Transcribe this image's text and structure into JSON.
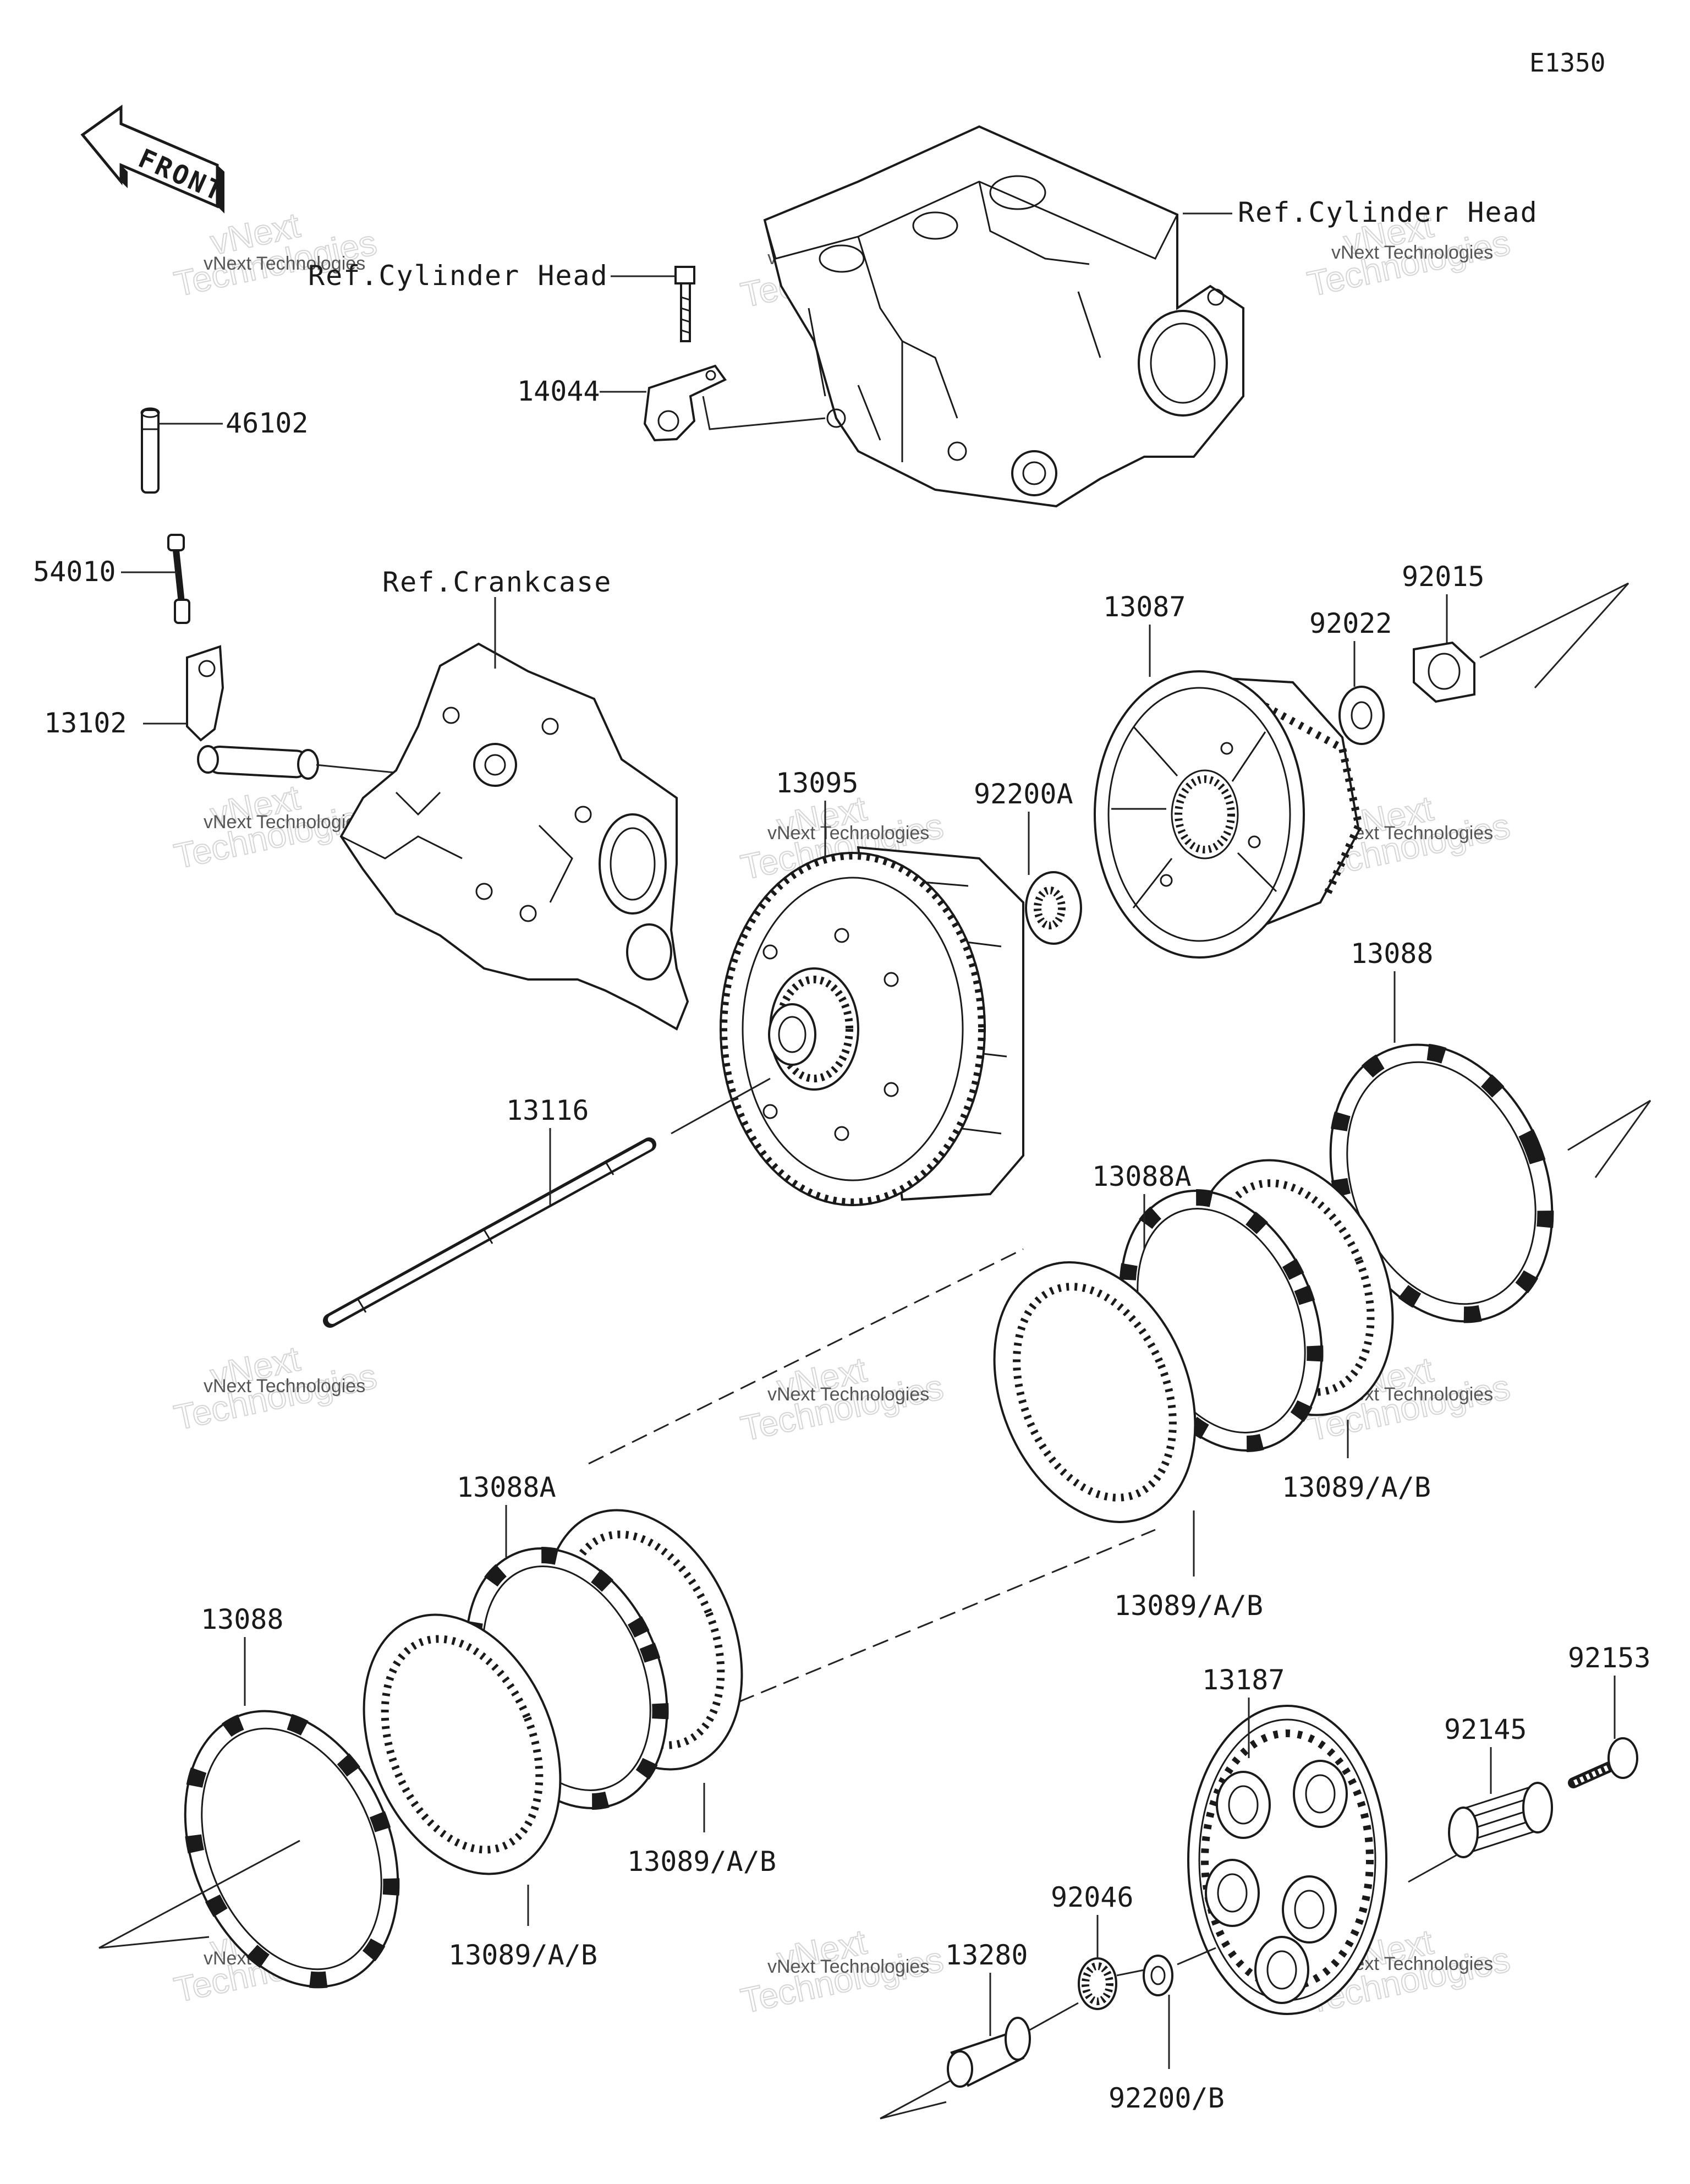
{
  "diagram_code": "E1350",
  "front_label": "FRONT",
  "references": {
    "cylinder_head_top": "Ref.Cylinder Head",
    "cylinder_head_left": "Ref.Cylinder Head",
    "crankcase": "Ref.Crankcase"
  },
  "parts": {
    "p14044": "14044",
    "p46102": "46102",
    "p54010": "54010",
    "p13102": "13102",
    "p13087": "13087",
    "p92022": "92022",
    "p92015": "92015",
    "p13095": "13095",
    "p92200a": "92200A",
    "p13116": "13116",
    "p13088_right": "13088",
    "p13088a_right": "13088A",
    "p13089_right_a": "13089/A/B",
    "p13089_right_b": "13089/A/B",
    "p13088a_left": "13088A",
    "p13088_left": "13088",
    "p13089_left_a": "13089/A/B",
    "p13089_left_b": "13089/A/B",
    "p13187": "13187",
    "p92145": "92145",
    "p92153": "92153",
    "p92046": "92046",
    "p13280": "13280",
    "p92200b": "92200/B"
  },
  "watermark": {
    "line1": "vNext Technologies",
    "line2": "vNext",
    "line3": "Technologies"
  }
}
